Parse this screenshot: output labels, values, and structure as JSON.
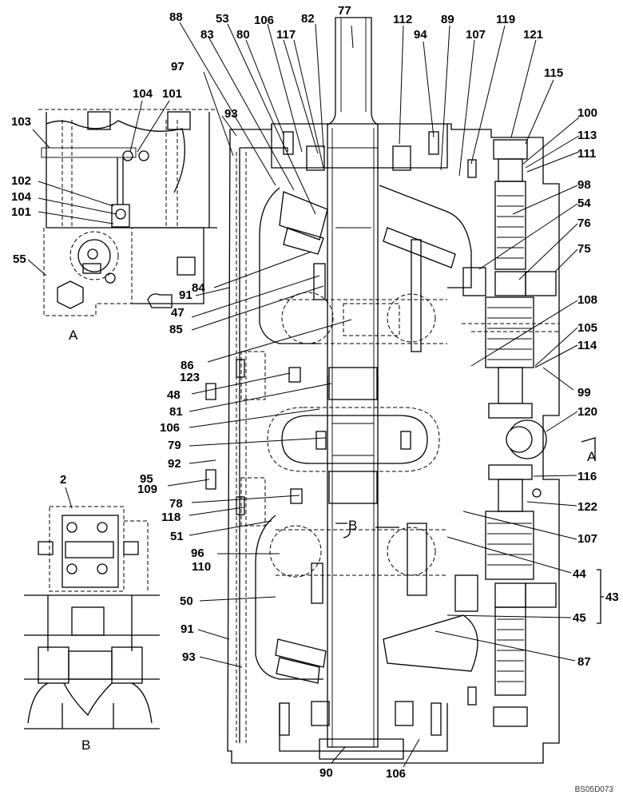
{
  "figure": {
    "drawing_code": "BS05D073",
    "view_labels": {
      "detail_a": "A",
      "detail_b": "B",
      "section_a_marker": "A",
      "section_b_marker": "B"
    },
    "callouts": {
      "c88": "88",
      "c53": "53",
      "c106_top": "106",
      "c82": "82",
      "c77": "77",
      "c112": "112",
      "c89": "89",
      "c119": "119",
      "c121": "121",
      "c83": "83",
      "c80": "80",
      "c117": "117",
      "c94": "94",
      "c107_top": "107",
      "c115": "115",
      "c97": "97",
      "c93_top": "93",
      "c100": "100",
      "c113": "113",
      "c111": "111",
      "c98": "98",
      "c54": "54",
      "c76": "76",
      "c75": "75",
      "c84": "84",
      "c91_top": "91",
      "c47": "47",
      "c85": "85",
      "c86": "86",
      "c123": "123",
      "c48": "48",
      "c81": "81",
      "c106_mid": "106",
      "c79": "79",
      "c92": "92",
      "c95": "95",
      "c109": "109",
      "c78": "78",
      "c118": "118",
      "c51": "51",
      "c96": "96",
      "c110": "110",
      "c50": "50",
      "c91_bot": "91",
      "c93_bot": "93",
      "c108": "108",
      "c105": "105",
      "c114": "114",
      "c99": "99",
      "c120": "120",
      "c116": "116",
      "c122": "122",
      "c107_bot": "107",
      "c44": "44",
      "c43": "43",
      "c45": "45",
      "c87": "87",
      "c90": "90",
      "c106_bot": "106",
      "c103": "103",
      "c104_a": "104",
      "c101_a": "101",
      "c102": "102",
      "c104_b": "104",
      "c101_b": "101",
      "c55": "55",
      "c2": "2"
    }
  }
}
